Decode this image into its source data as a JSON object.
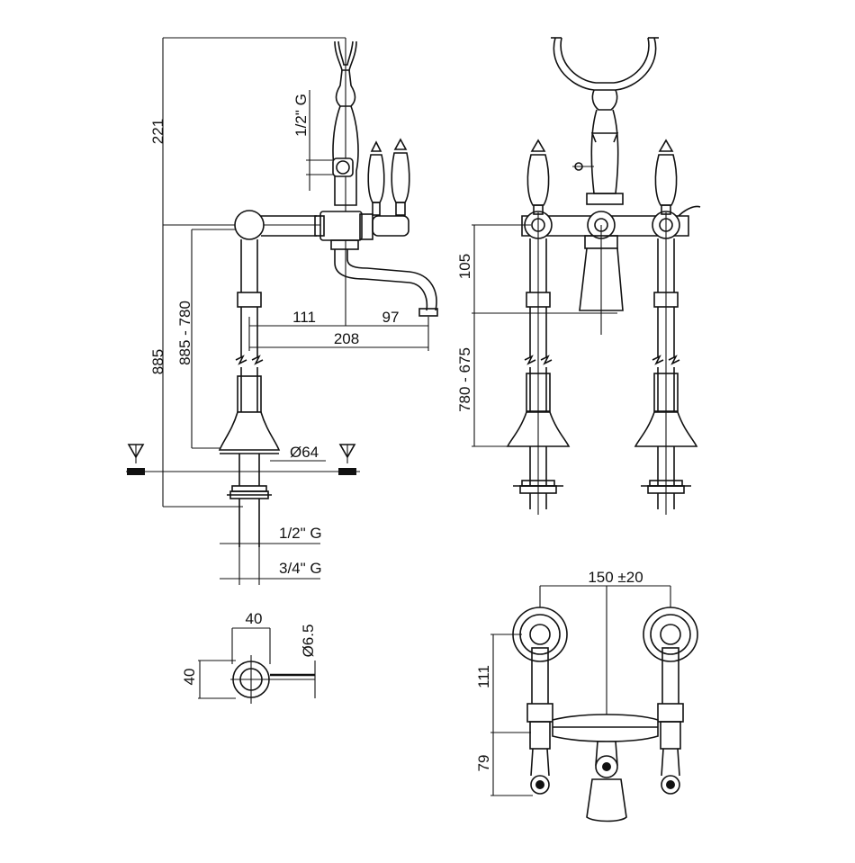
{
  "drawing": {
    "side_view": {
      "dim_top_height": "221",
      "dim_total_height": "885",
      "dim_height_range": "885 - 780",
      "dim_shower_inlet": "1/2\" G",
      "dim_spout_left": "111",
      "dim_spout_right": "97",
      "dim_spout_total": "208",
      "dim_base_diameter": "Ø64",
      "dim_inlet_thread": "1/2\" G",
      "dim_outlet_thread": "3/4\" G"
    },
    "front_view": {
      "dim_spout_drop": "105",
      "dim_height_range": "780 - 675"
    },
    "hole_detail": {
      "dim_width": "40",
      "dim_height": "40",
      "dim_hole_diameter": "Ø6.5"
    },
    "top_view": {
      "dim_centers": "150 ±20",
      "dim_depth": "111",
      "dim_spout_offset": "79"
    }
  }
}
